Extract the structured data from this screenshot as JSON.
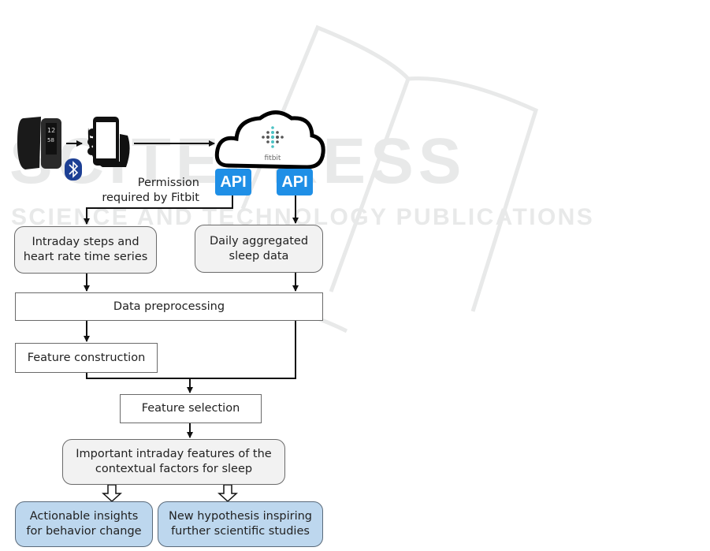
{
  "watermark": {
    "main": "SCITEPRESS",
    "sub": "SCIENCE AND TECHNOLOGY PUBLICATIONS"
  },
  "icons": {
    "watch": "fitness-tracker-icon",
    "bluetooth": "bluetooth-icon",
    "phone": "smartphone-hand-icon",
    "cloud": "cloud-icon",
    "cloud_brand": "fitbit"
  },
  "api_labels": [
    "API",
    "API"
  ],
  "permission_label": [
    "Permission",
    "required by Fitbit"
  ],
  "nodes": {
    "intraday": "Intraday steps and heart rate time series",
    "daily_sleep": "Daily aggregated sleep data",
    "preprocessing": "Data preprocessing",
    "feature_construction": "Feature construction",
    "feature_selection": "Feature selection",
    "important_features": "Important intraday features of the contextual factors for sleep",
    "actionable": "Actionable insights for behavior change",
    "hypothesis": "New hypothesis inspiring further scientific studies"
  },
  "colors": {
    "api_blue": "#1f8fe6",
    "bluetooth_blue": "#1c3f94",
    "outcome_fill": "#bdd7ee",
    "intermediate_fill": "#f2f2f2",
    "fitbit_teal": "#4cc2c4"
  }
}
